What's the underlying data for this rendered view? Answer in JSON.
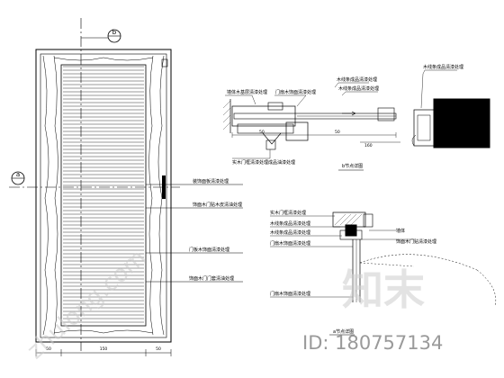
{
  "markers": {
    "section_a": "a",
    "section_b": "b"
  },
  "elevation": {
    "bottom_dims": [
      "50",
      "150",
      "50"
    ],
    "callouts": [
      "饰面木门贴木皮清油处理",
      "门板木饰面清漆处理",
      "饰面木门门套清油处理",
      "装饰面板清漆处理"
    ]
  },
  "section_b_detail": {
    "top_callouts": [
      "木线条成品清漆处理",
      "木线条成品清漆处理",
      "木线条成品清漆处理"
    ],
    "left_callouts": [
      "墙体木基层清漆处理",
      "门扇木饰面清漆处理"
    ],
    "bottom_callouts": [
      "实木门框清漆处理成品油漆处理"
    ],
    "dims": [
      "50",
      "50",
      "160"
    ],
    "caption": "b节点详图"
  },
  "section_a_detail": {
    "left_callouts": [
      "实木门框清漆处理",
      "木线条成品清漆处理",
      "木线条成品清漆处理",
      "门扇木饰面清漆处理",
      "门扇木饰面清漆处理"
    ],
    "right_callouts": [
      "墙体",
      "饰面木门贴清漆处理"
    ],
    "caption": "a节点详图"
  },
  "watermark": {
    "diagonal": "zhulong.com",
    "logo_text": "知末",
    "id_label": "ID: 180757134"
  }
}
